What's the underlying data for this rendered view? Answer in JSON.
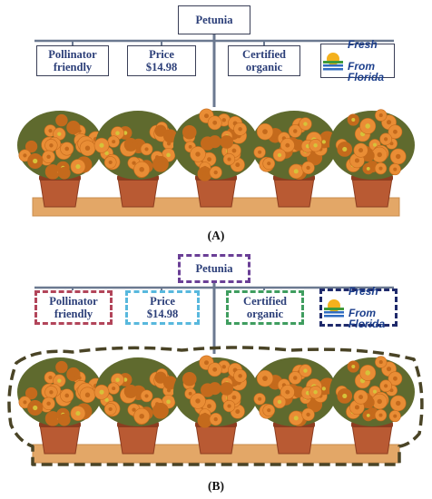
{
  "figure": {
    "panel_a": {
      "caption": "(A)",
      "root_label": "Petunia",
      "attributes": [
        {
          "label": "Pollinator\nfriendly"
        },
        {
          "label": "Price\n$14.98"
        },
        {
          "label": "Certified\norganic"
        },
        {
          "logo_line1": "Fresh",
          "logo_line2": "From Florida"
        }
      ]
    },
    "panel_b": {
      "caption": "(B)",
      "root_label": "Petunia",
      "attributes": [
        {
          "label": "Pollinator\nfriendly",
          "outline_color": "#b2455a"
        },
        {
          "label": "Price\n$14.98",
          "outline_color": "#58b8dd"
        },
        {
          "label": "Certified\norganic",
          "outline_color": "#3f9d5f"
        },
        {
          "logo_line1": "Fresh",
          "logo_line2": "From Florida",
          "outline_color": "#1f2a6b"
        }
      ],
      "root_outline_color": "#6a3f96",
      "plant_outline_color": "#4a4426"
    },
    "colors": {
      "connector": "#6b7990",
      "petal": "#e98d35",
      "petal_dark": "#c46a1c",
      "center": "#d6c23a",
      "leaf": "#5f6a2e",
      "pot": "#b95a33",
      "pot_dark": "#8c3d20",
      "shelf": "#e3a767",
      "shelf_dark": "#c98c4c"
    },
    "icons": [
      "sun-logo-icon",
      "petunia-flower-icon",
      "flower-pot-icon"
    ]
  }
}
